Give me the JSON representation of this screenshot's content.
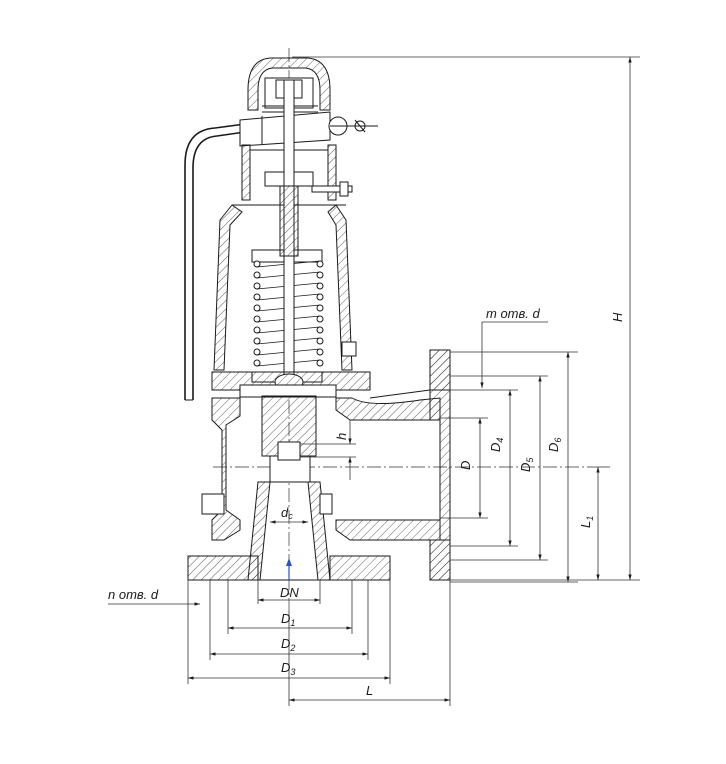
{
  "labels": {
    "H": "H",
    "m_holes": "m отв. d",
    "n_holes": "n отв. d",
    "D": "D",
    "D4_main": "D",
    "D4_sub": "4",
    "D5_main": "D",
    "D5_sub": "5",
    "D6_main": "D",
    "D6_sub": "6",
    "h": "h",
    "L1_main": "L",
    "L1_sub": "1",
    "dc_main": "d",
    "dc_sub": "c",
    "DN": "DN",
    "D1_main": "D",
    "D1_sub": "1",
    "D2_main": "D",
    "D2_sub": "2",
    "D3_main": "D",
    "D3_sub": "3",
    "L": "L"
  },
  "colors": {
    "line": "#1a1a1a",
    "accent_arrow": "#2255cc"
  }
}
